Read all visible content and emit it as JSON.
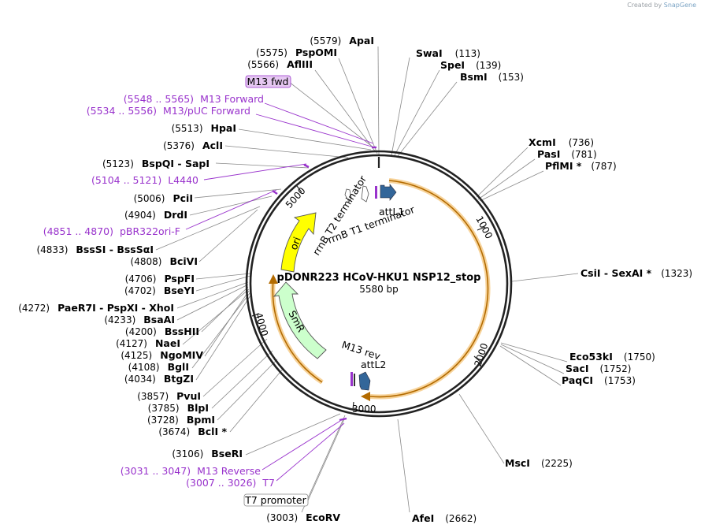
{
  "credit": {
    "prefix": "Created by",
    "brand": "SnapGene"
  },
  "plasmid": {
    "name": "pDONR223 HCoV-HKU1 NSP12_stop",
    "length_label": "5580 bp",
    "length": 5580
  },
  "ticks": [
    "1000",
    "2000",
    "3000",
    "4000",
    "5000"
  ],
  "features": {
    "ori": "ori",
    "smr": "SmR",
    "attL1": "attL1",
    "attL2": "attL2",
    "m13rev": "M13 rev",
    "rrnb_t1": "rrnB T1 terminator",
    "rrnb_t2": "rrnB T2 terminator"
  },
  "colors": {
    "ori": "#ffff00",
    "smr": "#ccffcc",
    "att": "#336699",
    "primer": "#9933cc",
    "orf": "#f5a623",
    "ring": "#222222"
  },
  "right_labels": [
    {
      "pos": "(113)",
      "enz": "SwaI"
    },
    {
      "pos": "(139)",
      "enz": "SpeI"
    },
    {
      "pos": "(153)",
      "enz": "BsmI"
    },
    {
      "pos": "(736)",
      "enz": "XcmI"
    },
    {
      "pos": "(781)",
      "enz": "PasI"
    },
    {
      "pos": "(787)",
      "enz": "PflMI *"
    },
    {
      "pos": "(1323)",
      "enz": "CsiI  -  SexAI *"
    },
    {
      "pos": "(1750)",
      "enz": "Eco53kI"
    },
    {
      "pos": "(1752)",
      "enz": "SacI"
    },
    {
      "pos": "(1753)",
      "enz": "PaqCI"
    },
    {
      "pos": "(2225)",
      "enz": "MscI"
    },
    {
      "pos": "(2662)",
      "enz": "AfeI"
    }
  ],
  "left_labels": [
    {
      "pos": "(5579)",
      "enz": "ApaI"
    },
    {
      "pos": "(5575)",
      "enz": "PspOMI"
    },
    {
      "pos": "(5566)",
      "enz": "AflIII"
    },
    {
      "pos": "(5513)",
      "enz": "HpaI"
    },
    {
      "pos": "(5376)",
      "enz": "AclI"
    },
    {
      "pos": "(5123)",
      "enz": "BspQI  -  SapI"
    },
    {
      "pos": "(5006)",
      "enz": "PciI"
    },
    {
      "pos": "(4904)",
      "enz": "DrdI"
    },
    {
      "pos": "(4833)",
      "enz": "BssSI  -  BssSαI"
    },
    {
      "pos": "(4808)",
      "enz": "BciVI"
    },
    {
      "pos": "(4706)",
      "enz": "PspFI"
    },
    {
      "pos": "(4702)",
      "enz": "BseYI"
    },
    {
      "pos": "(4272)",
      "enz": "PaeR7I  -  PspXI  -  XhoI"
    },
    {
      "pos": "(4233)",
      "enz": "BsaAI"
    },
    {
      "pos": "(4200)",
      "enz": "BssHII"
    },
    {
      "pos": "(4127)",
      "enz": "NaeI"
    },
    {
      "pos": "(4125)",
      "enz": "NgoMIV"
    },
    {
      "pos": "(4108)",
      "enz": "BglI"
    },
    {
      "pos": "(4034)",
      "enz": "BtgZI"
    },
    {
      "pos": "(3857)",
      "enz": "PvuI"
    },
    {
      "pos": "(3785)",
      "enz": "BlpI"
    },
    {
      "pos": "(3728)",
      "enz": "BpmI"
    },
    {
      "pos": "(3674)",
      "enz": "BclI *"
    },
    {
      "pos": "(3106)",
      "enz": "BseRI"
    },
    {
      "pos": "(3003)",
      "enz": "EcoRV"
    }
  ],
  "primers": [
    {
      "range": "(5548 .. 5565)",
      "name": "M13 Forward"
    },
    {
      "range": "(5534 .. 5556)",
      "name": "M13/pUC Forward"
    },
    {
      "range": "(5104 .. 5121)",
      "name": "L4440"
    },
    {
      "range": "(4851 .. 4870)",
      "name": "pBR322ori-F"
    },
    {
      "range": "(3031 .. 3047)",
      "name": "M13 Reverse"
    },
    {
      "range": "(3007 .. 3026)",
      "name": "T7"
    }
  ],
  "boxes": {
    "m13fwd": "M13 fwd",
    "t7promoter": "T7 promoter"
  }
}
